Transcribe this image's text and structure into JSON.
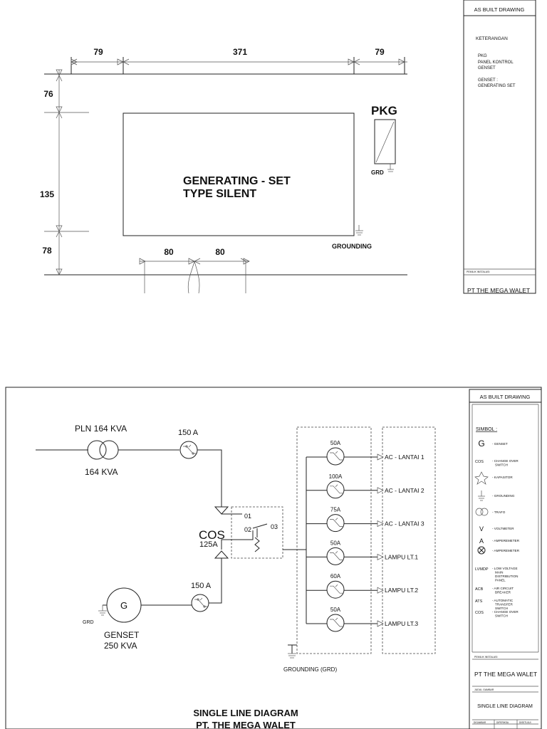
{
  "top": {
    "dims": {
      "top_left": "79",
      "top_mid": "371",
      "top_right": "79",
      "left_1": "76",
      "left_2": "135",
      "left_3": "78",
      "bottom_1": "80",
      "bottom_2": "80"
    },
    "genset_label_1": "GENERATING - SET",
    "genset_label_2": "TYPE SILENT",
    "pkg_label": "PKG",
    "grd_label": "GRD",
    "grounding_label": "GROUNDING",
    "title_block": {
      "header": "AS BUILT DRAWING",
      "keterangan": "KETERANGAN",
      "notes": [
        "PKG",
        "PANEL KONTROL",
        "GENSET",
        "",
        "GENSET :",
        "GENERATING SET"
      ],
      "owner_small": "PEMILIK INSTALASI",
      "owner": "PT THE MEGA WALET"
    }
  },
  "bottom": {
    "pln_label": "PLN 164 KVA",
    "trafo_label": "164 KVA",
    "breaker_top": "150 A",
    "breaker_bottom": "150 A",
    "cos_label": "COS",
    "cos_rating": "125A",
    "cos_01": "01",
    "cos_02": "02",
    "cos_03": "03",
    "genset_symbol": "G",
    "genset_grd": "GRD",
    "genset_label_1": "GENSET",
    "genset_label_2": "250 KVA",
    "grounding": "GROUNDING (GRD)",
    "outputs": [
      {
        "rating": "50A",
        "load": "AC - LANTAI 1"
      },
      {
        "rating": "100A",
        "load": "AC - LANTAI 2"
      },
      {
        "rating": "75A",
        "load": "AC - LANTAI 3"
      },
      {
        "rating": "50A",
        "load": "LAMPU LT.1"
      },
      {
        "rating": "60A",
        "load": "LAMPU LT.2"
      },
      {
        "rating": "50A",
        "load": "LAMPU LT.3"
      }
    ],
    "title_1": "SINGLE LINE DIAGRAM",
    "title_2": "PT. THE MEGA WALET",
    "title_block": {
      "header": "AS BUILT DRAWING",
      "simbol": "SIMBOL :",
      "legend": [
        {
          "sym": "G",
          "text": "- GENSET"
        },
        {
          "sym": "COS",
          "text": "- CHANGE OVER SWITCH"
        },
        {
          "sym": "kapasitor-icon",
          "text": "- KAPASITOR"
        },
        {
          "sym": "grounding-icon",
          "text": "- GROUNDING"
        },
        {
          "sym": "trafo-icon",
          "text": "- TRAFO"
        },
        {
          "sym": "V",
          "text": "- VOLTMETER"
        },
        {
          "sym": "A",
          "text": "- AMPEREMETER"
        },
        {
          "sym": "lamp-icon",
          "text": "- AMPEREMETER"
        },
        {
          "sym": "LVMDP",
          "text": "- LOW VOLTAGE MAIN DISTRIBUTION PANEL"
        },
        {
          "sym": "ACB",
          "text": "- AIR CIRCUIT BREAKER"
        },
        {
          "sym": "ATS",
          "text": "- AUTOMATIC TRANSFER SWITCH"
        },
        {
          "sym": "COS",
          "text": "- CHANGE OVER SWITCH"
        }
      ],
      "owner_small": "PEMILIK INSTALASI",
      "owner": "PT THE MEGA WALET",
      "drawing_small": "JUDUL GAMBAR",
      "drawing": "SINGLE LINE DIAGRAM",
      "footer": [
        "DIGAMBAR",
        "DIPERIKSA",
        "DISETUJUI"
      ]
    }
  }
}
